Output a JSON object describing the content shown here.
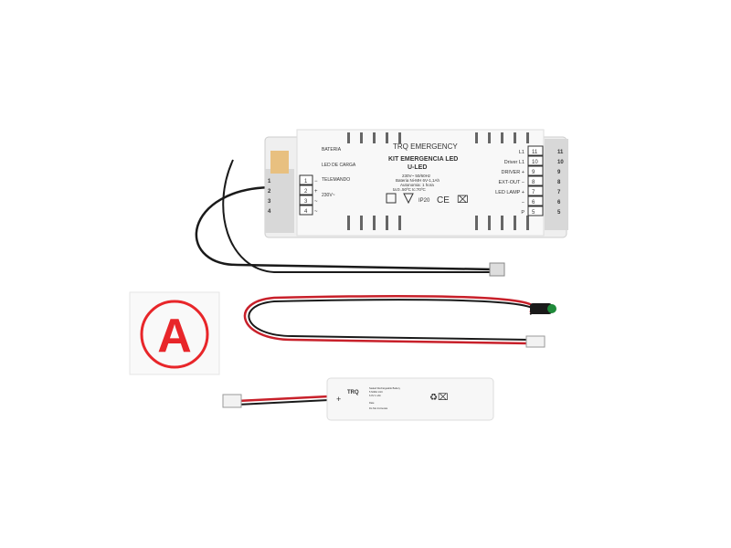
{
  "driver": {
    "brand": "TRQ",
    "brand_line": "EMERGENCY",
    "title": "KIT EMERGENCIA LED",
    "model": "U-LED",
    "specs": [
      "230V~ 50/60Hz",
      "Bateria Ni-MH 6V-1,1Ah",
      "Autonomia: 1 hora",
      "ta:0..50ºC      tc:70ºC"
    ],
    "ip_rating": "IP20",
    "ce_mark": "CE",
    "left_labels": {
      "bateria": "BATERIA",
      "led_carga": "LED DE CARGA",
      "telemando": "TELEMANDO",
      "mains": "230V~"
    },
    "left_terminals": [
      "1",
      "2",
      "3",
      "4"
    ],
    "left_signs": [
      "−",
      "+",
      "~",
      "~"
    ],
    "right_labels": [
      {
        "label": "L1",
        "num": "11"
      },
      {
        "label": "Driver  L1",
        "num": "10"
      },
      {
        "label": "DRIVER  +",
        "num": "9"
      },
      {
        "label": "EXT-OUT  −",
        "num": "8"
      },
      {
        "label": "LED LAMP  +",
        "num": "7"
      },
      {
        "label": "−",
        "num": "6"
      },
      {
        "label": "P",
        "num": "5"
      }
    ],
    "outer_right_numbers": [
      "11",
      "10",
      "9",
      "8",
      "7",
      "6",
      "5"
    ],
    "outer_left_numbers": [
      "1",
      "2",
      "3",
      "4"
    ]
  },
  "sticker": {
    "letter": "A",
    "color": "#e8262a"
  },
  "battery": {
    "brand": "TRQ",
    "plus": "+",
    "label_lines": [
      "Sealed Rechargeable Battery",
      "5 NIMH 1/1C",
      "6.0V 1.1Ah",
      "Date",
      "Do Not Incinerate"
    ]
  },
  "colors": {
    "wire_red": "#c8202a",
    "wire_black": "#1a1a1a",
    "led_green": "#1f8a3a",
    "case": "#f4f4f4"
  }
}
